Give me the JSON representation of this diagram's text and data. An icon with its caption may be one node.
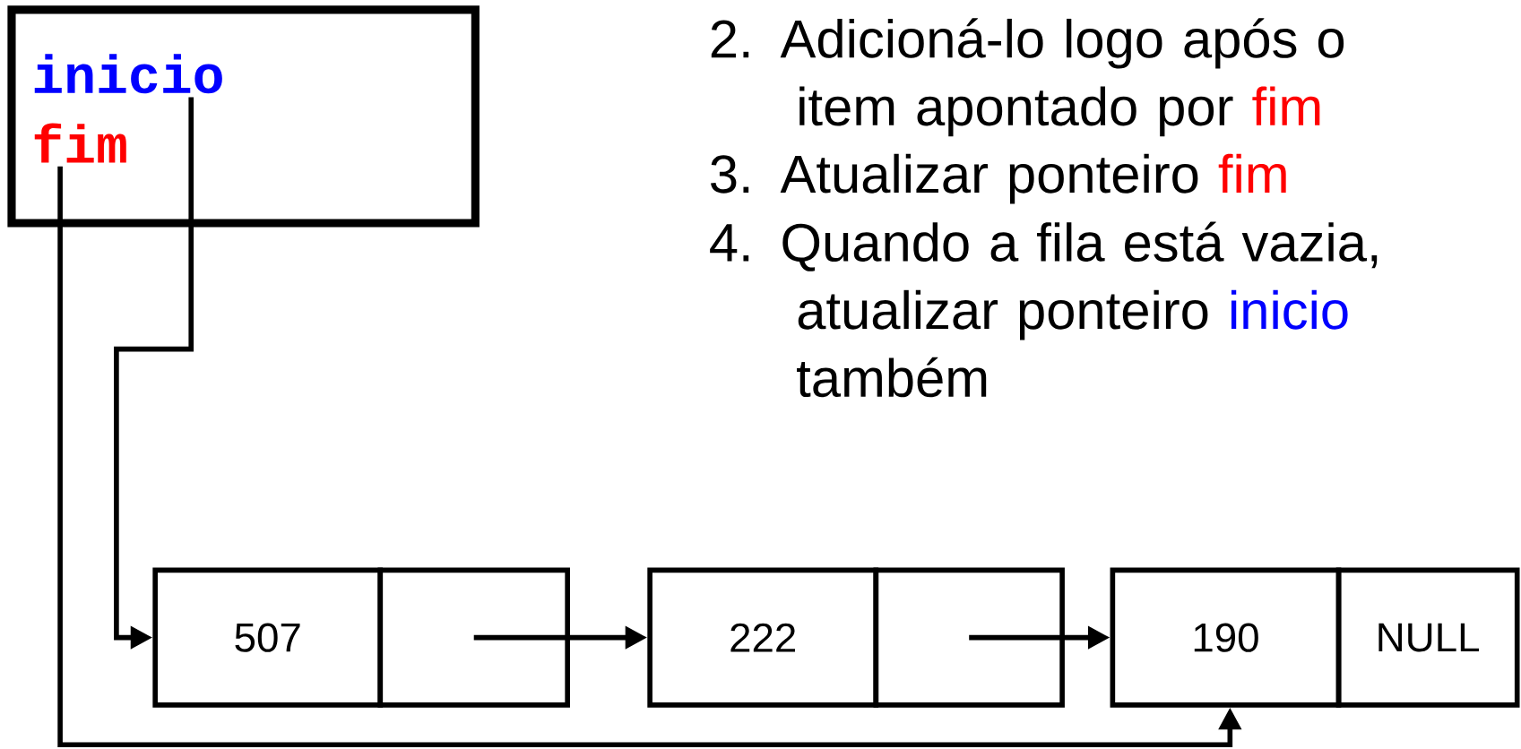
{
  "diagram": {
    "nodes": [
      {
        "text": [],
        "shape": "box"
      },
      {
        "text": [
          "inicio"
        ],
        "in": 0
      },
      {
        "text": [
          "fim"
        ],
        "in": 0
      },
      {
        "text": [
          "507"
        ]
      },
      {
        "text": [],
        "shape": "box"
      },
      {
        "text": [
          "222"
        ]
      },
      {
        "text": [],
        "shape": "box"
      },
      {
        "text": [
          "190"
        ]
      },
      {
        "text": [
          "NULL"
        ]
      }
    ],
    "edges": [
      {
        "from": 1,
        "to": 3,
        "arrow": "to"
      },
      {
        "from": 2,
        "to": 7,
        "arrow": "to"
      },
      {
        "from": 4,
        "to": 5,
        "arrow": "to"
      },
      {
        "from": 6,
        "to": 7,
        "arrow": "to"
      }
    ],
    "labels": [
      "2. Adicioná-lo logo após o item apontado por",
      "fim",
      "3. Atualizar ponteiro",
      "fim",
      "4. Quando a fila está vazia, atualizar ponteiro",
      "inicio",
      "também"
    ]
  }
}
